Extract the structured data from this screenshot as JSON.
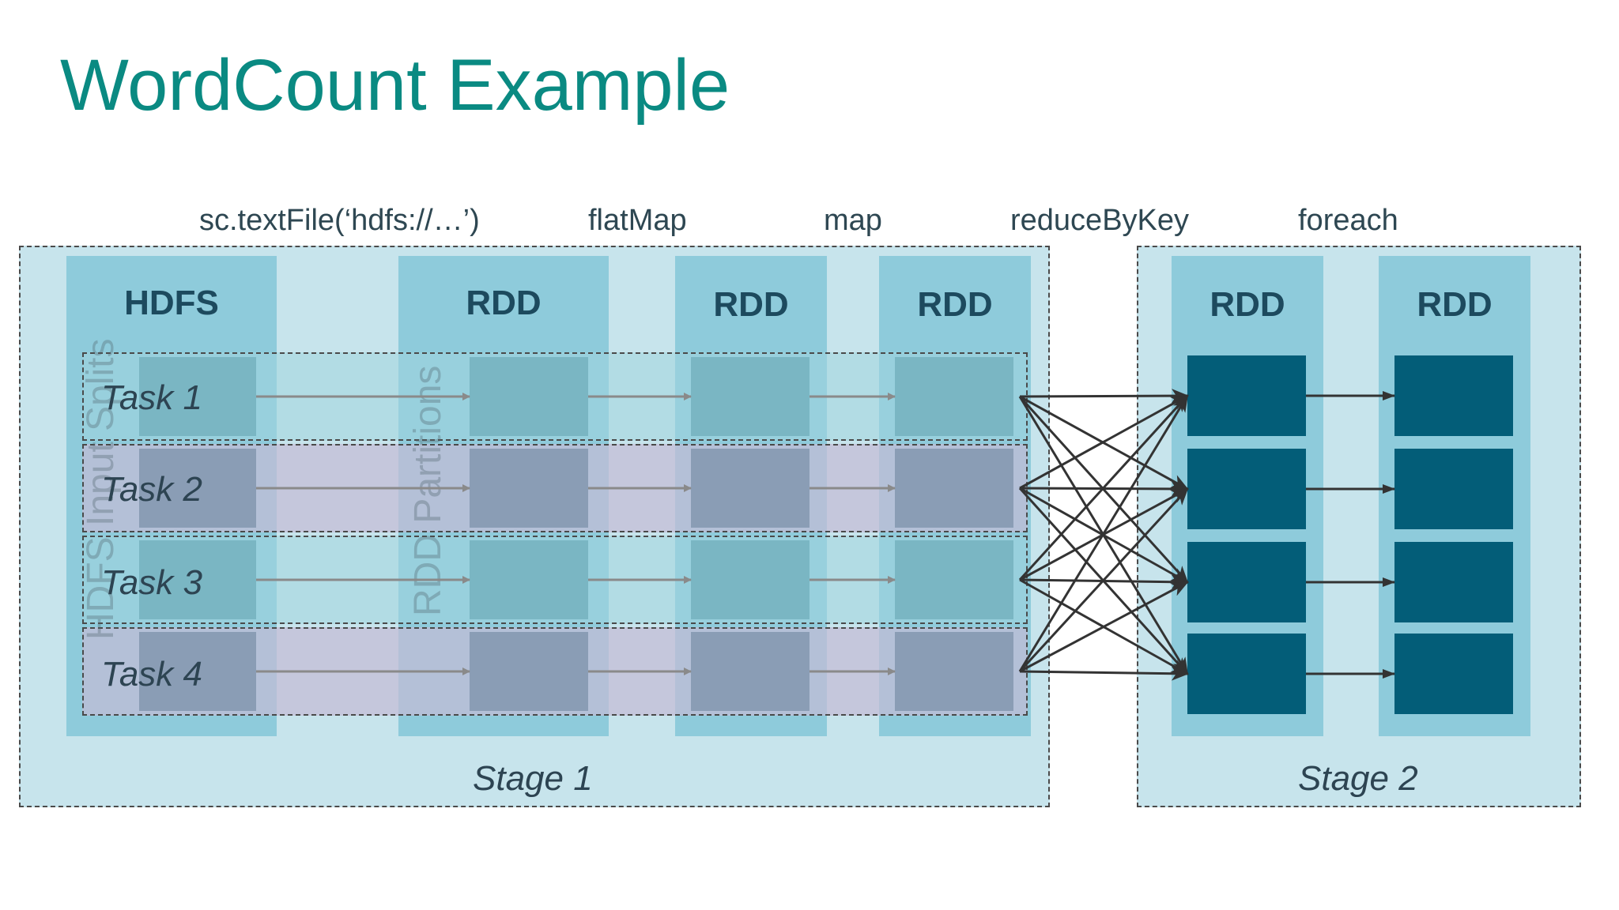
{
  "title": "WordCount Example",
  "operations": {
    "text_file": "sc.textFile(‘hdfs://…’)",
    "flat_map": "flatMap",
    "map": "map",
    "reduce_by_key": "reduceByKey",
    "foreach": "foreach"
  },
  "columns": {
    "hdfs": "HDFS",
    "rdd1": "RDD",
    "rdd2": "RDD",
    "rdd3": "RDD",
    "rdd4": "RDD",
    "rdd5": "RDD"
  },
  "side_labels": {
    "hdfs_splits": "HDFS Input Splits",
    "rdd_partitions": "RDD Partitions"
  },
  "tasks": [
    "Task 1",
    "Task 2",
    "Task 3",
    "Task 4"
  ],
  "stages": {
    "stage1": "Stage 1",
    "stage2": "Stage 2"
  },
  "colors": {
    "title": "#0a8a82",
    "stage_bg": "#c7e4ec",
    "column_bg": "#8ecbdb",
    "block_teal": "#7ab6c3",
    "block_purple": "#8a9db5",
    "block_dark": "#035d78",
    "arrow": "#333333"
  }
}
